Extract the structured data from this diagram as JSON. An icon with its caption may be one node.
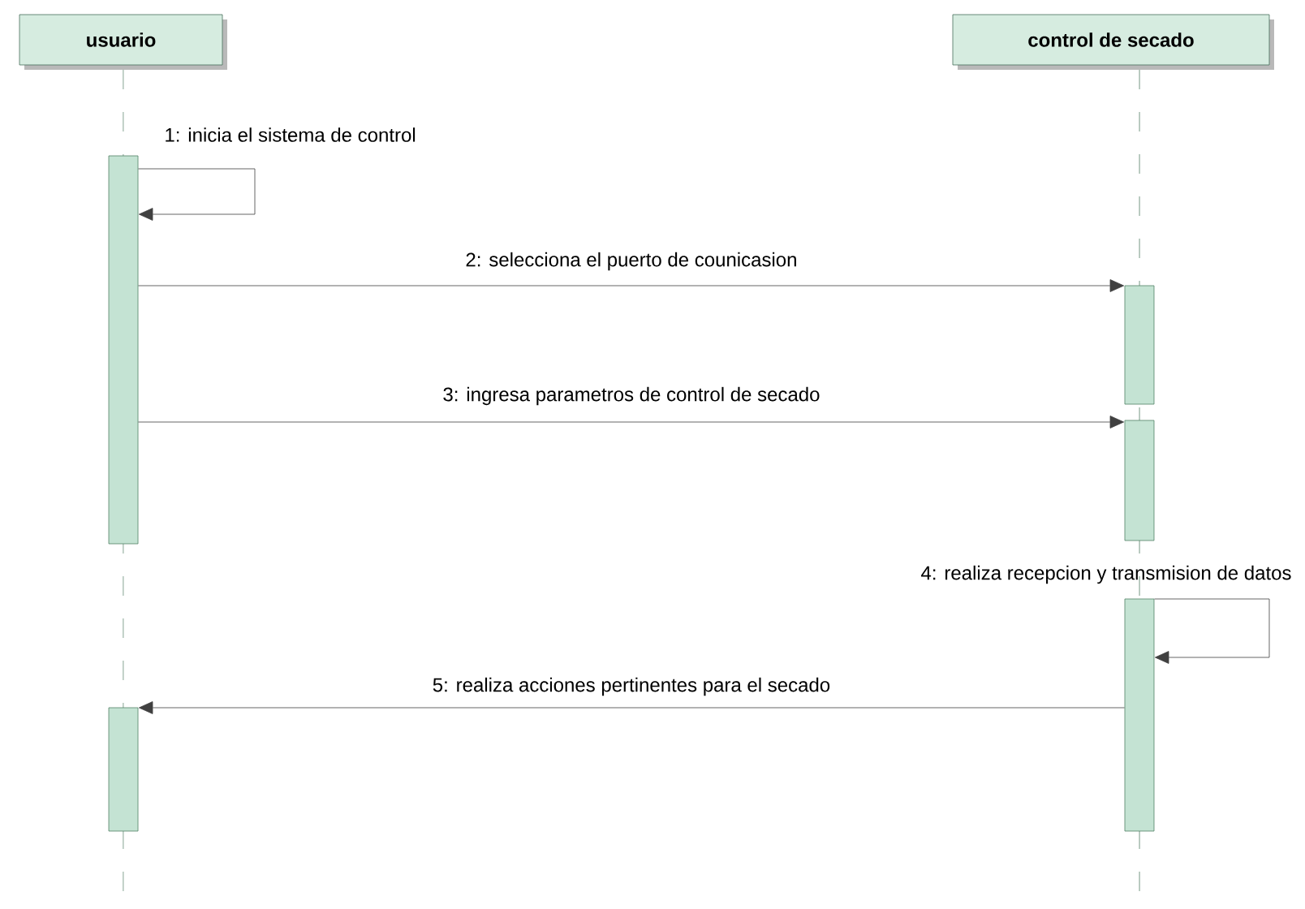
{
  "diagram": {
    "nodes": [
      {
        "text": [
          "usuario"
        ]
      },
      {
        "text": [
          "control de secado"
        ]
      },
      {
        "text": [],
        "shape": "bar"
      },
      {
        "text": [],
        "shape": "bar"
      },
      {
        "text": [],
        "shape": "bar"
      },
      {
        "text": [],
        "shape": "bar"
      },
      {
        "text": [],
        "shape": "bar"
      }
    ],
    "edges": [
      {
        "from": 2,
        "to": 2,
        "arrow": "to",
        "label": "1: inicia el sistema de control"
      },
      {
        "from": 2,
        "to": 3,
        "arrow": "to",
        "label": "2: selecciona el puerto de counicasion"
      },
      {
        "from": 2,
        "to": 4,
        "arrow": "to",
        "label": "3: ingresa parametros de control de secado"
      },
      {
        "from": 5,
        "to": 5,
        "arrow": "to",
        "label": "4: realiza recepcion y transmision de datos"
      },
      {
        "from": 5,
        "to": 6,
        "arrow": "to",
        "label": "5: realiza acciones pertinentes para el secado"
      }
    ]
  }
}
